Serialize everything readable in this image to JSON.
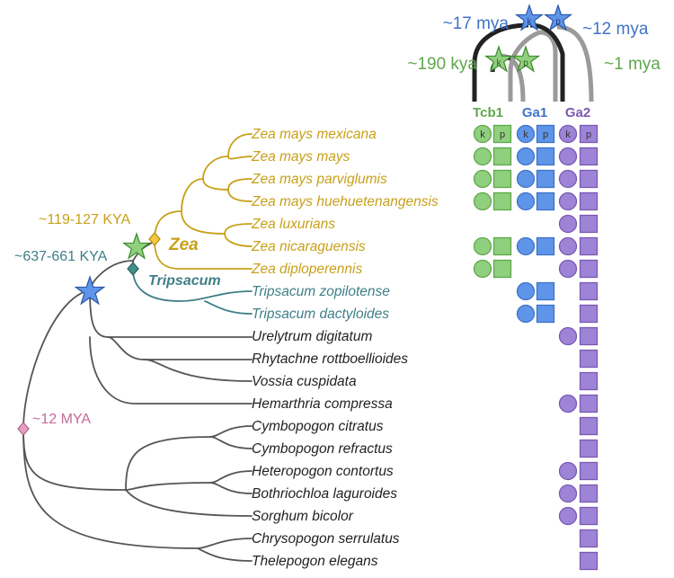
{
  "colors": {
    "zea": "#c8a01a",
    "tripsacum": "#3f7f86",
    "other": "#222222",
    "tcb1": "#5fa84c",
    "ga1": "#3f73c8",
    "ga2": "#7a59b3",
    "mya12": "#c66b9a",
    "green_fill": "#8fcf7d",
    "blue_fill": "#5e95e8",
    "purple_fill": "#9d84d6"
  },
  "genes": {
    "tcb1": "Tcb1",
    "ga1": "Ga1",
    "ga2": "Ga2"
  },
  "marker_letters": {
    "k": "k",
    "p": "p"
  },
  "timings": {
    "mya17": "~17 mya",
    "mya12": "~12 mya",
    "kya190": "~190 kya",
    "mya1": "~1 mya",
    "zea_node": "~119-127 KYA",
    "tripsacum_node": "~637-661 KYA",
    "root_node": "~12 MYA"
  },
  "clades": {
    "zea": "Zea",
    "tripsacum": "Tripsacum"
  },
  "taxa": [
    "Zea mays mexicana",
    "Zea mays mays",
    "Zea mays parviglumis",
    "Zea mays huehuetenangensis",
    "Zea luxurians",
    "Zea nicaraguensis",
    "Zea diploperennis",
    "Tripsacum zopilotense",
    "Tripsacum dactyloides",
    "Urelytrum digitatum",
    "Rhytachne rottboellioides",
    "Vossia cuspidata",
    "Hemarthria compressa",
    "Cymbopogon citratus",
    "Cymbopogon refractus",
    "Heteropogon contortus",
    "Bothriochloa laguroides",
    "Sorghum bicolor",
    "Chrysopogon serrulatus",
    "Thelepogon elegans"
  ],
  "presence": {
    "columns": [
      "Tcb1 k",
      "Tcb1 p",
      "Ga1 k",
      "Ga1 p",
      "Ga2 k",
      "Ga2 p"
    ],
    "rows": [
      [
        1,
        1,
        1,
        1,
        1,
        1
      ],
      [
        1,
        1,
        1,
        1,
        1,
        1
      ],
      [
        1,
        1,
        1,
        1,
        1,
        1
      ],
      [
        1,
        1,
        1,
        1,
        1,
        1
      ],
      [
        0,
        0,
        0,
        0,
        1,
        1
      ],
      [
        1,
        1,
        1,
        1,
        1,
        1
      ],
      [
        1,
        1,
        0,
        0,
        1,
        1
      ],
      [
        0,
        0,
        1,
        1,
        0,
        1
      ],
      [
        0,
        0,
        1,
        1,
        0,
        1
      ],
      [
        0,
        0,
        0,
        0,
        1,
        1
      ],
      [
        0,
        0,
        0,
        0,
        0,
        1
      ],
      [
        0,
        0,
        0,
        0,
        0,
        1
      ],
      [
        0,
        0,
        0,
        0,
        1,
        1
      ],
      [
        0,
        0,
        0,
        0,
        0,
        1
      ],
      [
        0,
        0,
        0,
        0,
        0,
        1
      ],
      [
        0,
        0,
        0,
        0,
        1,
        1
      ],
      [
        0,
        0,
        0,
        0,
        1,
        1
      ],
      [
        0,
        0,
        0,
        0,
        1,
        1
      ],
      [
        0,
        0,
        0,
        0,
        0,
        1
      ],
      [
        0,
        0,
        0,
        0,
        0,
        1
      ]
    ]
  }
}
